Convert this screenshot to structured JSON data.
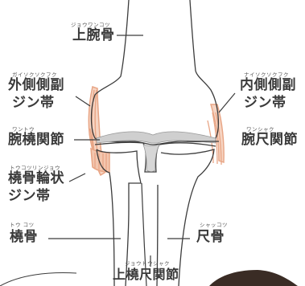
{
  "labels": {
    "humerus": {
      "ruby": "ジョウワンコツ",
      "text": "上腕骨"
    },
    "lcl": {
      "ruby": "ガイソクソクフク",
      "line1": "外側側副",
      "line2": "ジン帯"
    },
    "mcl": {
      "ruby": "ナイソクソクフク",
      "line1": "内側側副",
      "line2": "ジン帯"
    },
    "humeroradial": {
      "ruby": "ワントウ",
      "text": "腕橈関節"
    },
    "humeroulnar": {
      "ruby": "ワンシャク",
      "text": "腕尺関節"
    },
    "annular": {
      "ruby": "トウコツリンジョウ",
      "line1": "橈骨輪状",
      "line2": "ジン帯"
    },
    "radius": {
      "ruby": "トウ コツ",
      "text": "橈骨"
    },
    "ulna": {
      "ruby": "シャッコツ",
      "text": "尺骨"
    },
    "proximal_radioulnar": {
      "ruby": "ジョウトウシャク",
      "text": "上橈尺関節"
    }
  },
  "colors": {
    "outline": "#3c3c3c",
    "ligament": "#e8a585",
    "cartilage": "#c9c9c9"
  }
}
